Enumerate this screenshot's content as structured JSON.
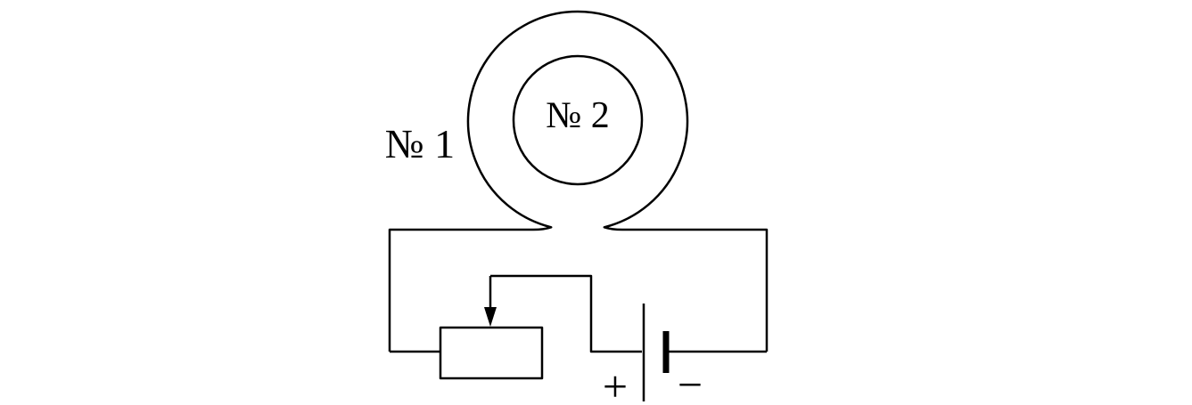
{
  "diagram": {
    "title": "two-coaxial-coils-with-rheostat-and-battery-circuit",
    "background_color": "#ffffff",
    "stroke_color": "#000000",
    "labels": {
      "coil1": "№ 1",
      "coil2": "№ 2",
      "battery_plus": "+",
      "battery_minus": "−"
    },
    "components": [
      "outer-coil-loop",
      "inner-coil-loop",
      "rheostat",
      "battery"
    ]
  }
}
